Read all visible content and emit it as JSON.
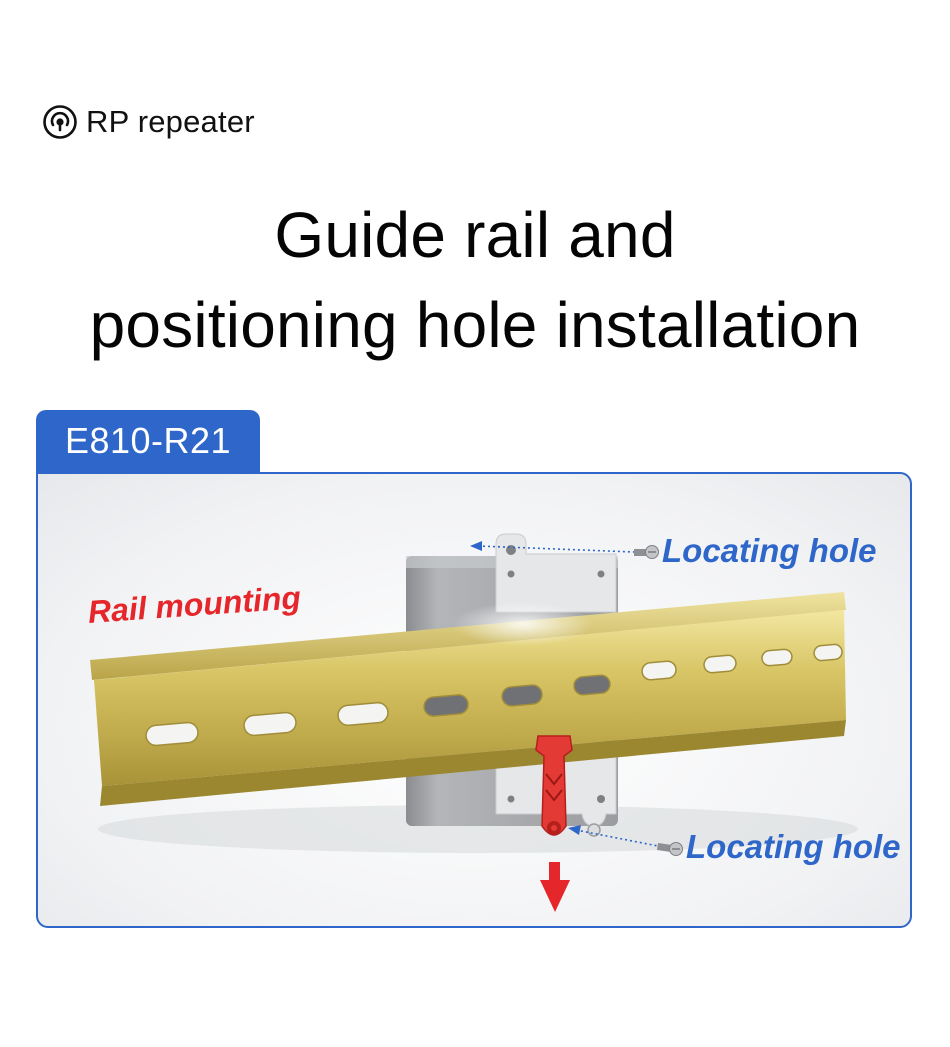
{
  "brand": {
    "name": "RP repeater",
    "icon": "signal-broadcast-icon"
  },
  "headline": {
    "line1": "Guide rail and",
    "line2": "positioning hole installation"
  },
  "product": {
    "model": "E810-R21"
  },
  "illustration": {
    "rail_label": "Rail mounting",
    "top_hole_label": "Locating hole",
    "bottom_hole_label": "Locating hole",
    "colors": {
      "accent_blue": "#2e66c9",
      "accent_red": "#e5262b",
      "rail_gold": "#d8c565"
    }
  }
}
